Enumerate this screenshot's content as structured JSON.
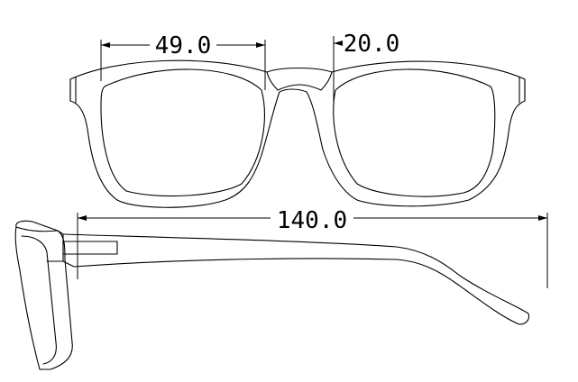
{
  "drawing": {
    "dimensions": {
      "lens_width": "49.0",
      "bridge_width": "20.0",
      "temple_length": "140.0"
    }
  }
}
